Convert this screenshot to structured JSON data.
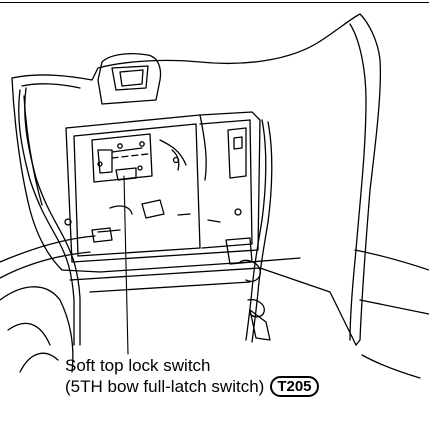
{
  "callout": {
    "line1": "Soft top lock switch",
    "line2": "(5TH bow full-latch switch)"
  },
  "badge": {
    "code": "T205"
  },
  "colors": {
    "ink": "#000000",
    "paper": "#ffffff"
  }
}
